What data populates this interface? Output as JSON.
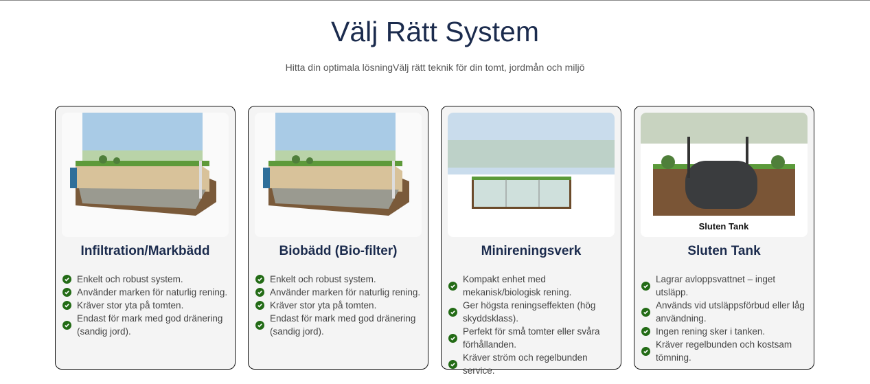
{
  "header": {
    "title": "Välj Rätt System",
    "subtitle": "Hitta din optimala lösningVälj rätt teknik för din tomt, jordmån och miljö"
  },
  "cards": [
    {
      "title": "Infiltration/Markbädd",
      "image": "infiltration-diagram",
      "items": [
        "Enkelt och robust system.",
        "Använder marken för naturlig rening.",
        "Kräver stor yta på tomten.",
        "Endast för mark med god dränering (sandig jord)."
      ]
    },
    {
      "title": "Biobädd (Bio-filter)",
      "image": "biobadd-diagram",
      "items": [
        "Enkelt och robust system.",
        "Använder marken för naturlig rening.",
        "Kräver stor yta på tomten.",
        "Endast för mark med god dränering (sandig jord)."
      ]
    },
    {
      "title": "Minireningsverk",
      "image": "minireningsverk-diagram",
      "items": [
        "Kompakt enhet med mekanisk/biologisk rening.",
        "Ger högsta reningseffekten (hög skyddsklass).",
        "Perfekt för små tomter eller svåra förhållanden.",
        "Kräver ström och regelbunden service."
      ]
    },
    {
      "title": "Sluten Tank",
      "image": "sluten-tank-diagram",
      "image_caption": "Sluten Tank",
      "items": [
        "Lagrar avloppsvattnet – inget utsläpp.",
        "Används vid utsläppsförbud eller låg användning.",
        "Ingen rening sker i tanken.",
        "Kräver regelbunden och kostsam tömning."
      ]
    }
  ],
  "colors": {
    "accent": "#1b2b4d",
    "check": "#236b16"
  }
}
